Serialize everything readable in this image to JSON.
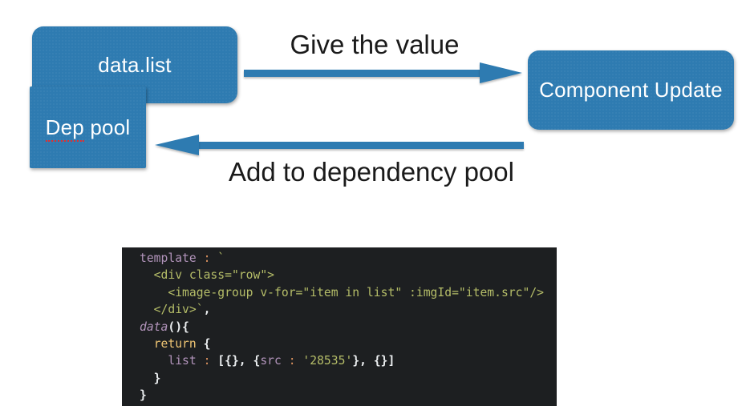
{
  "diagram": {
    "box_fill": "#2e7bb1",
    "label_color": "#1a1a1a",
    "spellcheck_color": "#e03131",
    "boxes": {
      "data_list": {
        "label": "data.list"
      },
      "dep_pool": {
        "word_flagged": "Dep",
        "word_rest": " pool"
      },
      "component_update": {
        "label": "Component Update"
      }
    },
    "arrow_labels": {
      "forward": "Give the value",
      "backward": "Add to dependency pool"
    }
  },
  "code": {
    "background": "#1d1f21",
    "token_styles": {
      "purple": {
        "color": "#b294bb"
      },
      "purple_italic": {
        "color": "#b294bb",
        "italic": true
      },
      "green": {
        "color": "#b5bd68"
      },
      "yellow": {
        "color": "#f0c674"
      },
      "orange": {
        "color": "#de935f"
      },
      "white": {
        "color": "#eceff1",
        "bold": true
      },
      "fg": {
        "color": "#c5c8c6"
      }
    },
    "lines": [
      [
        [
          "template",
          "purple"
        ],
        [
          " ",
          "fg"
        ],
        [
          ":",
          "orange"
        ],
        [
          " ",
          "fg"
        ],
        [
          "`",
          "green"
        ]
      ],
      [
        [
          "  <div class=\"row\">",
          "green"
        ]
      ],
      [
        [
          "    <image-group v-for=\"item in list\" :imgId=\"item.src\"/>",
          "green"
        ]
      ],
      [
        [
          "  </div>`",
          "green"
        ],
        [
          ",",
          "white"
        ]
      ],
      [
        [
          "data",
          "purple_italic"
        ],
        [
          "(){",
          "white"
        ]
      ],
      [
        [
          "  ",
          "fg"
        ],
        [
          "return",
          "yellow"
        ],
        [
          " ",
          "fg"
        ],
        [
          "{",
          "white"
        ]
      ],
      [
        [
          "    ",
          "fg"
        ],
        [
          "list",
          "purple"
        ],
        [
          " ",
          "fg"
        ],
        [
          ":",
          "orange"
        ],
        [
          " ",
          "fg"
        ],
        [
          "[{}, {",
          "white"
        ],
        [
          "src",
          "purple"
        ],
        [
          " ",
          "fg"
        ],
        [
          ":",
          "orange"
        ],
        [
          " ",
          "fg"
        ],
        [
          "'28535'",
          "green"
        ],
        [
          "}, {}]",
          "white"
        ]
      ],
      [
        [
          "  }",
          "white"
        ]
      ],
      [
        [
          "}",
          "white"
        ]
      ]
    ]
  }
}
